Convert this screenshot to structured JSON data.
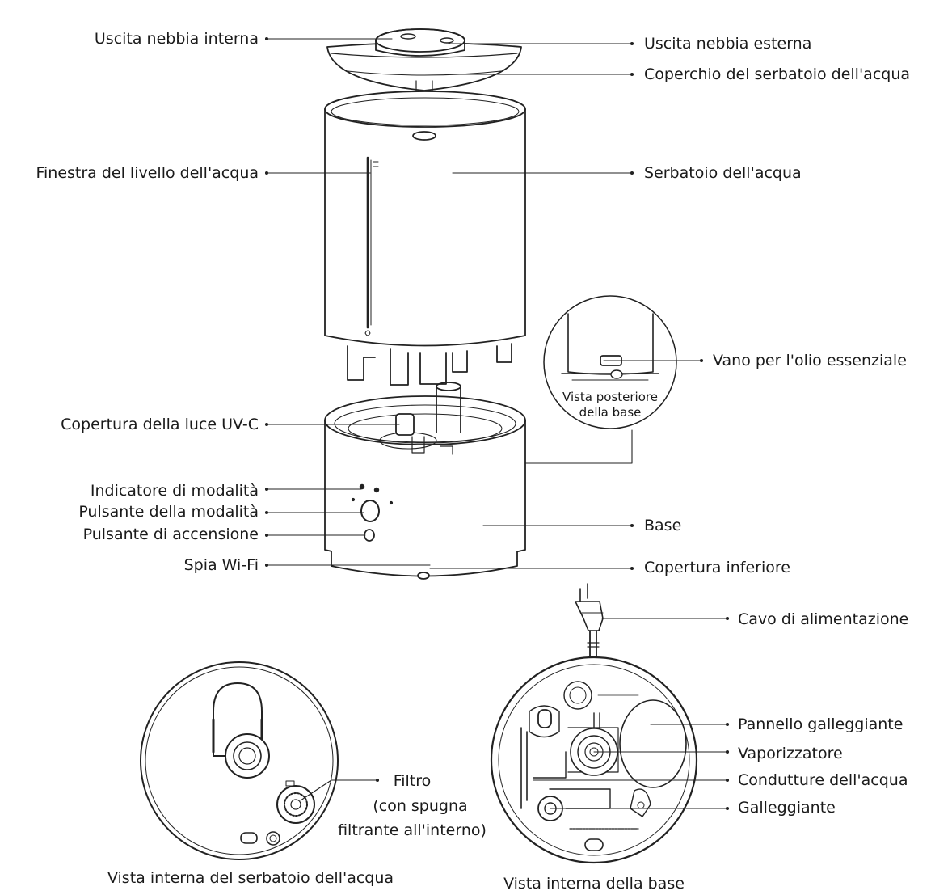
{
  "labels": {
    "inner_mist_outlet": "Uscita nebbia interna",
    "outer_mist_outlet": "Uscita nebbia esterna",
    "tank_lid": "Coperchio del serbatoio dell'acqua",
    "water_level_window": "Finestra del livello dell'acqua",
    "water_tank": "Serbatoio dell'acqua",
    "essential_oil_compartment": "Vano per l'olio essenziale",
    "base_rear_view_line1": "Vista posteriore",
    "base_rear_view_line2": "della base",
    "uvc_light_cover": "Copertura della luce UV-C",
    "mode_indicator": "Indicatore di modalità",
    "mode_button": "Pulsante della modalità",
    "power_button": "Pulsante di accensione",
    "base": "Base",
    "wifi_light": "Spia Wi-Fi",
    "bottom_cover": "Copertura inferiore",
    "power_cord": "Cavo di alimentazione",
    "float_panel": "Pannello galleggiante",
    "atomizer": "Vaporizzatore",
    "water_ducts": "Condutture dell'acqua",
    "float": "Galleggiante",
    "filter_line1": "Filtro",
    "filter_line2": "(con spugna",
    "filter_line3": "filtrante all'interno)",
    "tank_inside_view": "Vista interna del serbatoio dell'acqua",
    "base_inside_view": "Vista interna della base"
  }
}
